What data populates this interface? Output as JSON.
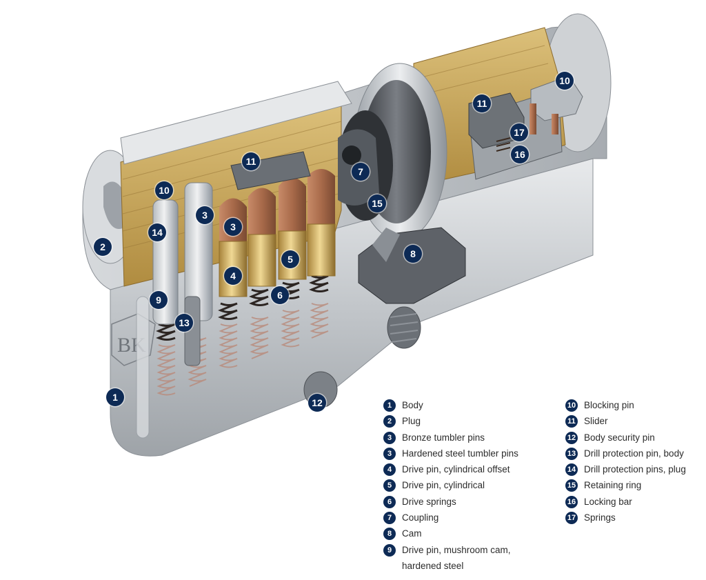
{
  "brand_mark": "BK",
  "colors": {
    "badge": "#0d2a55",
    "brass": "#c8a55a",
    "steel": "#c4c8cc",
    "copper": "#a86a4a"
  },
  "callouts": [
    "1",
    "2",
    "3",
    "3",
    "4",
    "5",
    "6",
    "7",
    "8",
    "9",
    "10",
    "10",
    "11",
    "11",
    "12",
    "13",
    "14",
    "15",
    "16",
    "17"
  ],
  "legend_left": [
    {
      "num": "1",
      "label": "Body"
    },
    {
      "num": "2",
      "label": "Plug"
    },
    {
      "num": "3",
      "label": "Bronze tumbler pins"
    },
    {
      "num": "3",
      "label": "Hardened steel tumbler pins"
    },
    {
      "num": "4",
      "label": "Drive pin, cylindrical offset"
    },
    {
      "num": "5",
      "label": "Drive pin, cylindrical"
    },
    {
      "num": "6",
      "label": "Drive springs"
    },
    {
      "num": "7",
      "label": "Coupling"
    },
    {
      "num": "8",
      "label": "Cam"
    },
    {
      "num": "9",
      "label": "Drive pin, mushroom cam,",
      "label2": "hardened steel"
    }
  ],
  "legend_right": [
    {
      "num": "10",
      "label": "Blocking pin"
    },
    {
      "num": "11",
      "label": "Slider"
    },
    {
      "num": "12",
      "label": "Body security pin"
    },
    {
      "num": "13",
      "label": "Drill protection pin, body"
    },
    {
      "num": "14",
      "label": "Drill protection pins, plug"
    },
    {
      "num": "15",
      "label": "Retaining ring"
    },
    {
      "num": "16",
      "label": "Locking bar"
    },
    {
      "num": "17",
      "label": "Springs"
    }
  ]
}
